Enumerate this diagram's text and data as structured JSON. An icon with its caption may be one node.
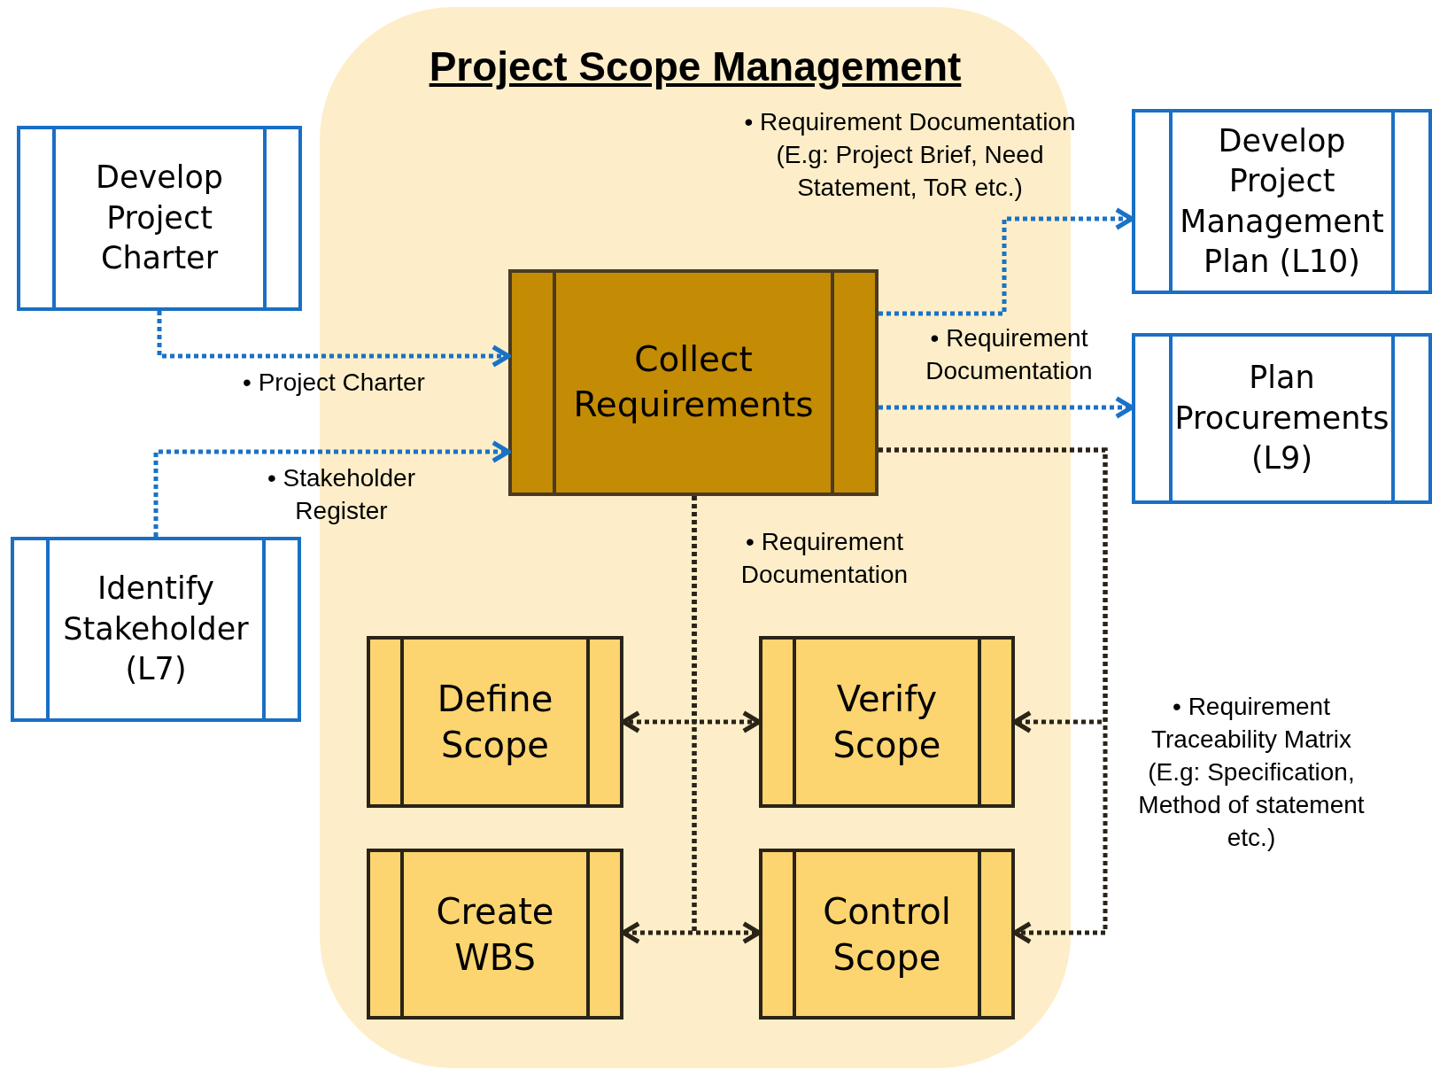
{
  "diagram": {
    "nodes": [
      {
        "text": [
          "Project Scope Management"
        ]
      },
      {
        "text": [
          "Develop Project Charter"
        ]
      },
      {
        "text": [
          "Identify Stakeholder (L7)"
        ]
      },
      {
        "text": [
          "Collect Requirements"
        ],
        "in": 0
      },
      {
        "text": [
          "Develop Project Management Plan (L10)"
        ]
      },
      {
        "text": [
          "Plan Procurements (L9)"
        ]
      },
      {
        "text": [
          "Define Scope"
        ],
        "in": 0
      },
      {
        "text": [
          "Verify Scope"
        ],
        "in": 0
      },
      {
        "text": [
          "Create WBS"
        ],
        "in": 0
      },
      {
        "text": [
          "Control Scope"
        ],
        "in": 0
      }
    ],
    "edges": [
      {
        "from": 1,
        "to": 3,
        "arrow": "to",
        "label": "• Project Charter",
        "style": "dashed",
        "color": "#1a72c6"
      },
      {
        "from": 2,
        "to": 3,
        "arrow": "to",
        "label": "• Stakeholder Register",
        "style": "dashed",
        "color": "#1a72c6"
      },
      {
        "from": 3,
        "to": 4,
        "arrow": "to",
        "label": "• Requirement Documentation (E.g: Project Brief, Need Statement, ToR etc.)",
        "style": "dashed",
        "color": "#1a72c6"
      },
      {
        "from": 3,
        "to": 5,
        "arrow": "to",
        "label": "• Requirement Documentation",
        "style": "dashed",
        "color": "#1a72c6"
      },
      {
        "from": 3,
        "to": 6,
        "arrow": "to",
        "label": "• Requirement Documentation",
        "style": "dashed"
      },
      {
        "from": 3,
        "to": 7,
        "arrow": "to",
        "style": "dashed"
      },
      {
        "from": 3,
        "to": 8,
        "arrow": "to",
        "style": "dashed"
      },
      {
        "from": 3,
        "to": 9,
        "arrow": "to",
        "style": "dashed"
      },
      {
        "from": 3,
        "to": 7,
        "arrow": "to",
        "label": "• Requirement Traceability Matrix (E.g: Specification, Method of statement etc.)",
        "style": "dashed"
      },
      {
        "from": 3,
        "to": 9,
        "arrow": "to",
        "style": "dashed"
      }
    ]
  }
}
